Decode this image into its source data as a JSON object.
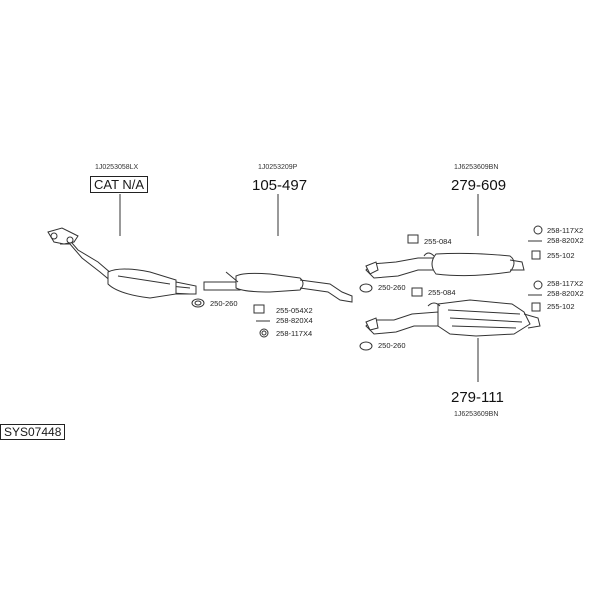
{
  "system_code": "SYS07448",
  "groups": {
    "front": {
      "oem": "1J0253058LX",
      "part": "CAT N/A"
    },
    "middle": {
      "oem": "1J0253209P",
      "part": "105-497"
    },
    "rear_top": {
      "oem": "1J6253609BN",
      "part": "279-609"
    },
    "rear_bottom": {
      "oem": "1J6253609BN",
      "part": "279-111"
    }
  },
  "accessories": {
    "front_clamp": "250-260",
    "mid_255_054": "255-054X2",
    "mid_258_820": "258-820X4",
    "mid_258_117": "258-117X4",
    "top_hanger": "255-084",
    "top_clamp": "250-260",
    "top_258_117": "258-117X2",
    "top_258_820": "258-820X2",
    "top_255_102": "255-102",
    "bot_258_117": "258-117X2",
    "bot_258_820": "258-820X2",
    "bot_hanger": "255-084",
    "bot_255_102": "255-102",
    "bot_clamp": "250-260"
  }
}
